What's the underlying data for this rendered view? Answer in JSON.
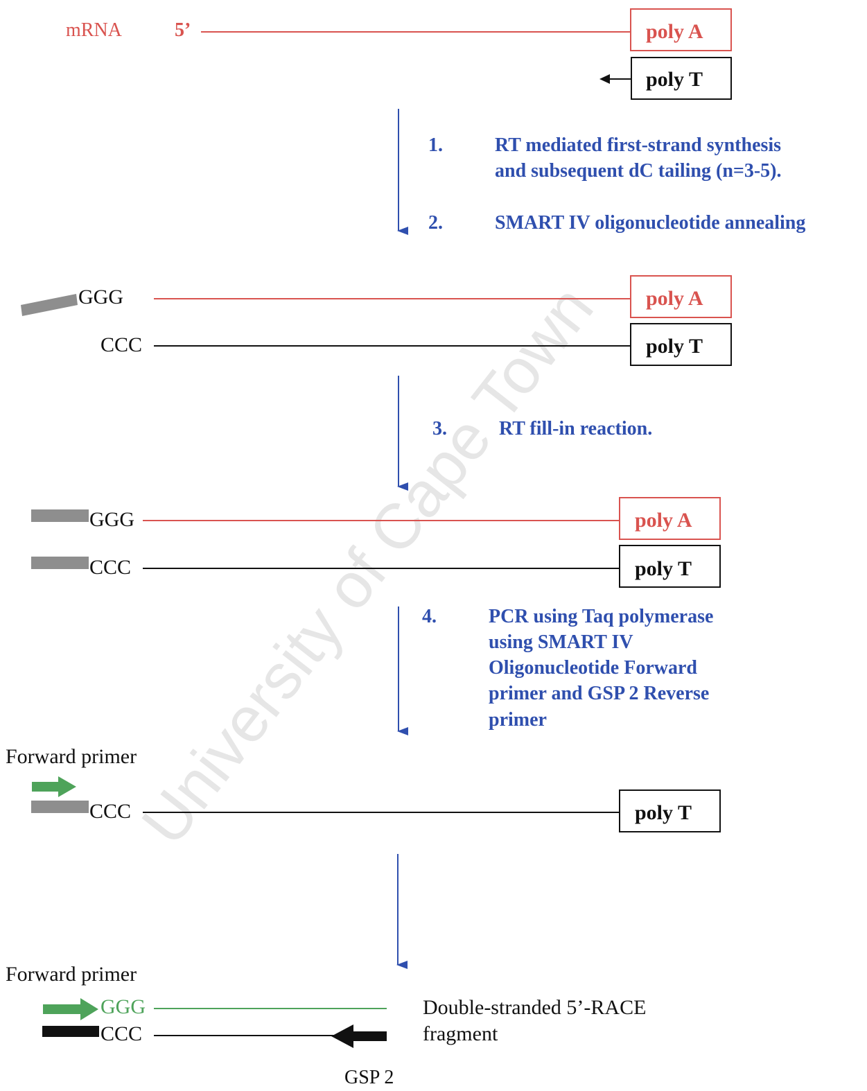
{
  "colors": {
    "red": "#d9534f",
    "black": "#111111",
    "blue": "#2f4fae",
    "green": "#4ea35a",
    "gray": "#8e8e8e",
    "watermark": "#e6e6e6"
  },
  "mrna": {
    "label": "mRNA",
    "five_prime": "5’",
    "poly_a": "poly A",
    "poly_t": "poly T"
  },
  "steps": {
    "s1_num": "1.",
    "s1_line1": "RT mediated first-strand synthesis",
    "s1_line2": "and subsequent dC tailing (n=3-5).",
    "s2_num": "2.",
    "s2_text": "SMART IV oligonucleotide annealing",
    "s3_num": "3.",
    "s3_text": "RT fill-in reaction.",
    "s4_num": "4.",
    "s4_line1": "PCR using Taq polymerase",
    "s4_line2": "using SMART IV",
    "s4_line3": "Oligonucleotide Forward",
    "s4_line4": "primer and GSP 2 Reverse",
    "s4_line5": "primer"
  },
  "stage2": {
    "ggg": "GGG",
    "ccc": "CCC",
    "poly_a": "poly A",
    "poly_t": "poly T"
  },
  "stage3": {
    "ggg": "GGG",
    "ccc": "CCC",
    "poly_a": "poly A",
    "poly_t": "poly T"
  },
  "stage4": {
    "forward_primer": "Forward primer",
    "ccc": "CCC",
    "poly_t": "poly T"
  },
  "stage5": {
    "forward_primer": "Forward primer",
    "ggg": "GGG",
    "ccc": "CCC",
    "fragment_line1": "Double-stranded 5’-RACE",
    "fragment_line2": "fragment",
    "gsp2": "GSP 2"
  },
  "watermark": "University of Cape Town"
}
